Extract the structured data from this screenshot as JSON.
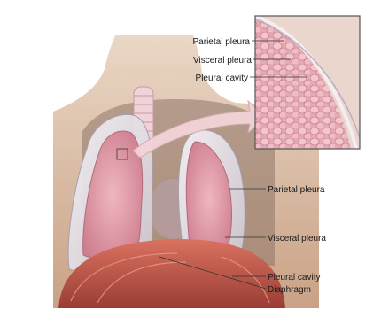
{
  "inset_labels": [
    "Parietal pleura",
    "Visceral pleura",
    "Pleural cavity"
  ],
  "main_labels": [
    "Parietal pleura",
    "Visceral pleura",
    "Pleural cavity",
    "Diaphragm"
  ],
  "colors": {
    "background": "#ffffff",
    "skin": "#dcc0a6",
    "lung_tissue": "#d88c9b",
    "pleura": "#e7e4ea",
    "diaphragm_muscle": "#c25a4c",
    "inset_background": "#e9d4cc"
  }
}
